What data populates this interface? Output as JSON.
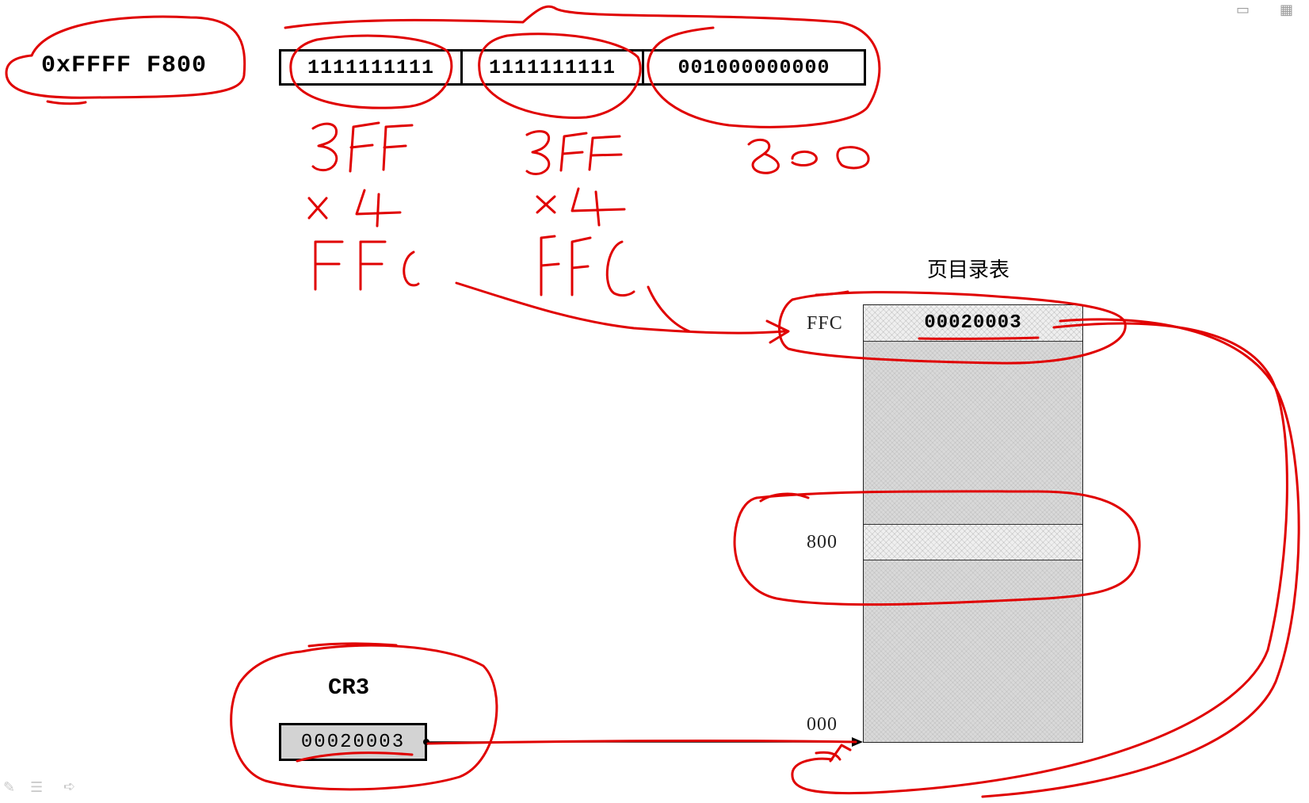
{
  "address": {
    "value": "0xFFFF F800"
  },
  "bit_fields": {
    "directory_bits": "1111111111",
    "table_bits": "1111111111",
    "offset_bits": "001000000000"
  },
  "page_directory": {
    "title": "页目录表",
    "entries": [
      {
        "offset": "FFC",
        "value": "00020003"
      },
      {
        "offset": "800",
        "value": ""
      },
      {
        "offset": "000",
        "value": ""
      }
    ]
  },
  "cr3": {
    "label": "CR3",
    "value": "00020003"
  },
  "annotations": {
    "dir_index_hex": "3FF",
    "table_index_hex": "3FF",
    "offset_hex": "800",
    "multiplier": "×4",
    "dir_offset_result": "FFC",
    "table_offset_result": "FFC"
  },
  "colors": {
    "ink": "#e00000",
    "cell_fill": "#d9d9d9",
    "border": "#000000"
  }
}
